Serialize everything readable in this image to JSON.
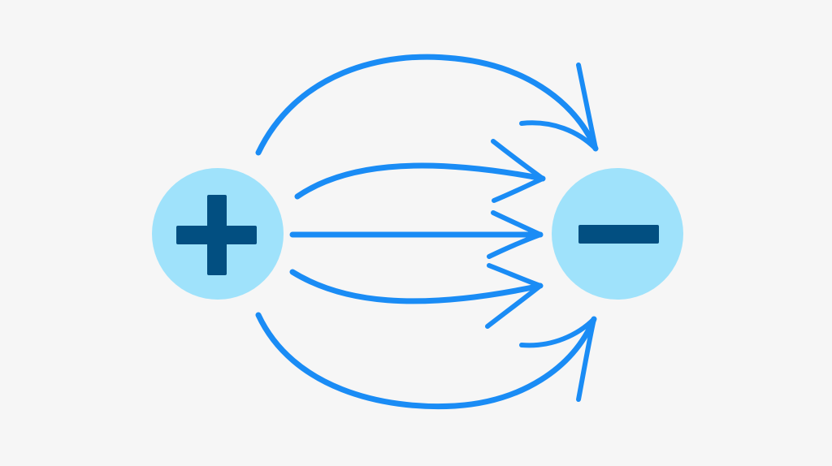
{
  "diagram": {
    "background_color": "#f6f6f6",
    "arrow_color": "#1a8cf5",
    "charge_circle_color": "#9fe2fb",
    "sign_color": "#024f81",
    "positive_charge": {
      "sign": "+",
      "icon": "plus-icon"
    },
    "negative_charge": {
      "sign": "-",
      "icon": "minus-icon"
    },
    "field_lines": [
      {
        "name": "upper-outer"
      },
      {
        "name": "upper-inner"
      },
      {
        "name": "middle"
      },
      {
        "name": "lower-inner"
      },
      {
        "name": "lower-outer"
      }
    ]
  }
}
